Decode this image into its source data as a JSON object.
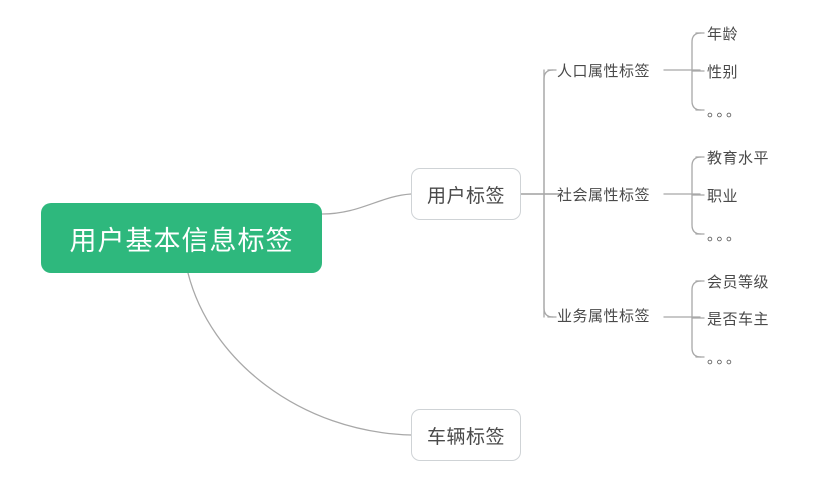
{
  "diagram": {
    "type": "mind-map",
    "title": "用户基本信息标签",
    "colors": {
      "root_background": "#2eb87d",
      "root_text": "#ffffff",
      "node_border": "#cfd3d6",
      "node_text": "#4a4a4a",
      "connector": "#a8a8a8",
      "canvas_background": "#ffffff"
    },
    "root": {
      "label": "用户基本信息标签"
    },
    "branches": [
      {
        "label": "用户标签",
        "attributes": [
          {
            "label": "人口属性标签",
            "leaves": [
              {
                "label": "年龄"
              },
              {
                "label": "性别"
              },
              {
                "label": "。。。"
              }
            ]
          },
          {
            "label": "社会属性标签",
            "leaves": [
              {
                "label": "教育水平"
              },
              {
                "label": "职业"
              },
              {
                "label": "。。。"
              }
            ]
          },
          {
            "label": "业务属性标签",
            "leaves": [
              {
                "label": "会员等级"
              },
              {
                "label": "是否车主"
              },
              {
                "label": "。。。"
              }
            ]
          }
        ]
      },
      {
        "label": "车辆标签",
        "attributes": []
      }
    ]
  }
}
